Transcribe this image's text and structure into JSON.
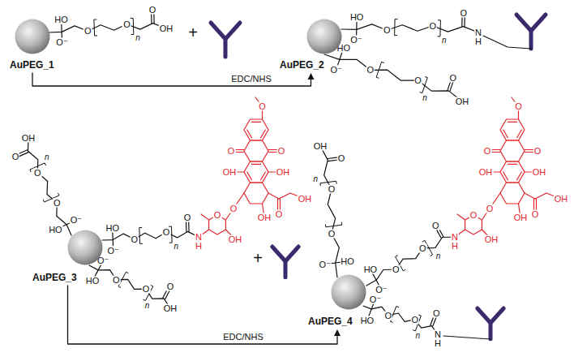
{
  "diagram": {
    "nodes": [
      {
        "text": [
          "AuPEG_1"
        ]
      },
      {
        "text": [
          "AuPEG_2"
        ]
      },
      {
        "text": [
          "AuPEG_3"
        ]
      },
      {
        "text": [
          "AuPEG_4"
        ]
      }
    ],
    "edges": [
      {
        "from": 0,
        "to": 1,
        "arrow": "to",
        "label": "EDC/NHS"
      },
      {
        "from": 2,
        "to": 3,
        "arrow": "to",
        "label": "EDC/NHS"
      }
    ],
    "labels": [
      "HO",
      "O⁻",
      "O",
      "O",
      "n",
      "O",
      "OH",
      "+",
      "HO",
      "O⁻",
      "O",
      "O",
      "n",
      "O",
      "N",
      "H",
      "HO",
      "O⁻",
      "O",
      "O",
      "n",
      "O",
      "OH",
      "HO",
      "O⁻",
      "O",
      "O",
      "n",
      "O",
      "OH",
      "HO",
      "O⁻",
      "O",
      "O",
      "n",
      "O",
      "O",
      "O",
      "O",
      "OH",
      "OH",
      "O",
      "OH",
      "O",
      "OH",
      "O",
      "OH",
      "N",
      "H",
      "HO",
      "O⁻",
      "O",
      "O",
      "n",
      "O",
      "OH",
      "+",
      "HO",
      "O⁻",
      "O",
      "O",
      "n",
      "O",
      "OH",
      "HO",
      "O⁻",
      "O",
      "O",
      "n",
      "O",
      "O",
      "O",
      "O",
      "OH",
      "OH",
      "O",
      "OH",
      "O",
      "OH",
      "O",
      "OH",
      "N",
      "H",
      "HO",
      "O⁻",
      "O",
      "O",
      "n",
      "O",
      "N",
      "H"
    ]
  }
}
